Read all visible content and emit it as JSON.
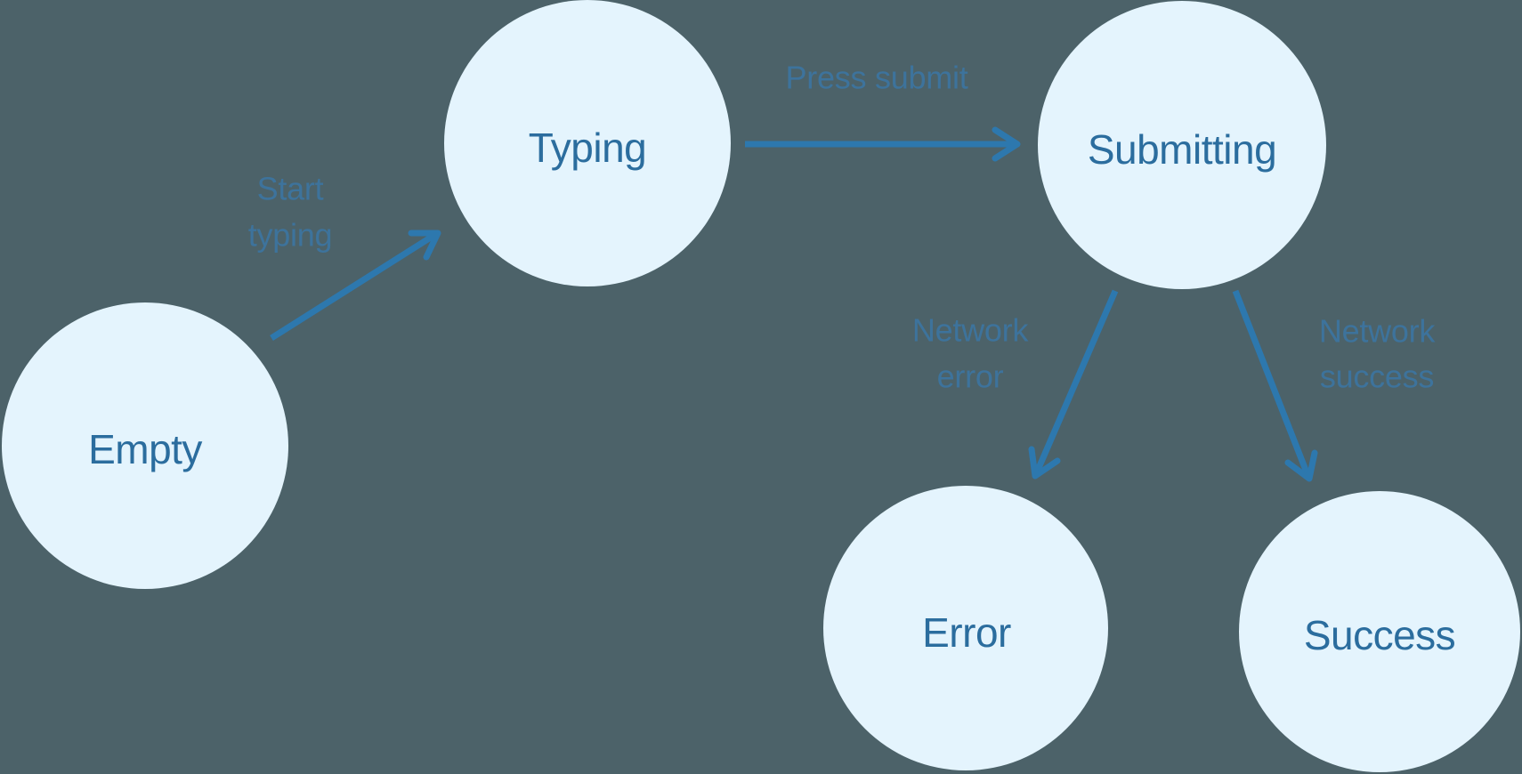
{
  "colors": {
    "background": "#4c6269",
    "node_fill": "#e4f4fd",
    "node_text": "#2b6d9e",
    "edge_arrow": "#2d78ae",
    "edge_label_text": "#3d739c"
  },
  "nodes": {
    "empty": {
      "label": "Empty"
    },
    "typing": {
      "label": "Typing"
    },
    "submitting": {
      "label": "Submitting"
    },
    "error": {
      "label": "Error"
    },
    "success": {
      "label": "Success"
    }
  },
  "edges": {
    "start_typing": {
      "from": "empty",
      "to": "typing",
      "line1": "Start",
      "line2": "typing"
    },
    "press_submit": {
      "from": "typing",
      "to": "submitting",
      "line1": "Press submit"
    },
    "network_error": {
      "from": "submitting",
      "to": "error",
      "line1": "Network",
      "line2": "error"
    },
    "network_success": {
      "from": "submitting",
      "to": "success",
      "line1": "Network",
      "line2": "success"
    }
  }
}
